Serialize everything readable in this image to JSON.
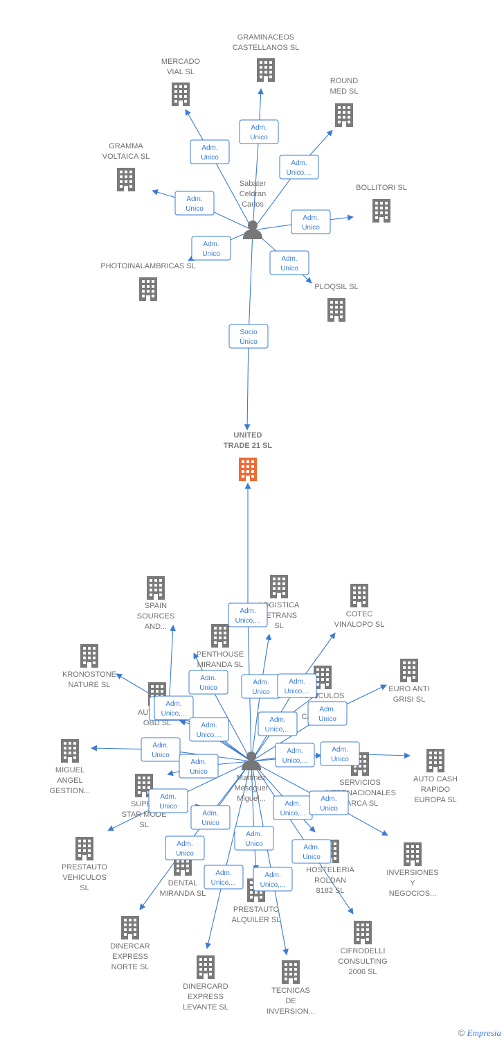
{
  "colors": {
    "edge": "#3a7bd5",
    "building": "#7a7a7a",
    "main": "#f06a35",
    "person": "#777777"
  },
  "main_company": {
    "id": "united",
    "name": [
      "UNITED",
      "TRADE 21 SL"
    ]
  },
  "persons": [
    {
      "id": "sabater",
      "name": [
        "Sabater",
        "Celdran",
        "Carlos"
      ]
    },
    {
      "id": "martinez",
      "name": [
        "Martinez",
        "Meseguer",
        "Miguel..."
      ]
    }
  ],
  "companies": [
    {
      "id": "graminaceos",
      "name": [
        "GRAMINACEOS",
        "CASTELLANOS SL"
      ]
    },
    {
      "id": "mercado",
      "name": [
        "MERCADO",
        "VIAL SL"
      ]
    },
    {
      "id": "round",
      "name": [
        "ROUND",
        "MED SL"
      ]
    },
    {
      "id": "gramma",
      "name": [
        "GRAMMA",
        "VOLTAICA SL"
      ]
    },
    {
      "id": "bollitori",
      "name": [
        "BOLLITORI SL"
      ]
    },
    {
      "id": "photo",
      "name": [
        "PHOTOINALAMBRICAS SL"
      ]
    },
    {
      "id": "ploqsil",
      "name": [
        "PLOQSIL SL"
      ]
    },
    {
      "id": "spain",
      "name": [
        "SPAIN",
        "SOURCES",
        "AND..."
      ]
    },
    {
      "id": "logistica",
      "name": [
        "LOGISTICA",
        "VETRANS",
        "SL"
      ]
    },
    {
      "id": "cotec",
      "name": [
        "COTEC",
        "VINALOPO SL"
      ]
    },
    {
      "id": "penthouse",
      "name": [
        "PENTHOUSE",
        "MIRANDA SL"
      ]
    },
    {
      "id": "kronostone",
      "name": [
        "KRONOSTONE",
        "NATURE SL"
      ]
    },
    {
      "id": "articulos",
      "name": [
        "ARTICULOS",
        "PARA",
        "CALZADO..."
      ]
    },
    {
      "id": "euroanti",
      "name": [
        "EURO ANTI",
        "GRISI SL"
      ]
    },
    {
      "id": "automa",
      "name": [
        "AUTOMA...",
        "OBD SL"
      ]
    },
    {
      "id": "miguel",
      "name": [
        "MIGUEL",
        "ANGEL",
        "GESTION..."
      ]
    },
    {
      "id": "autocash",
      "name": [
        "AUTO CASH",
        "RAPIDO",
        "EUROPA SL"
      ]
    },
    {
      "id": "servicios",
      "name": [
        "SERVICIOS",
        "INTERNACIONALES",
        "FARCA SL"
      ]
    },
    {
      "id": "superstar",
      "name": [
        "SUPER",
        "STAR MODE",
        "SL"
      ]
    },
    {
      "id": "prestautov",
      "name": [
        "PRESTAUTO",
        "VEHICULOS",
        "SL"
      ]
    },
    {
      "id": "dental",
      "name": [
        "DENTAL",
        "MIRANDA SL"
      ]
    },
    {
      "id": "hosteleria",
      "name": [
        "HOSTELERIA",
        "ROLDAN",
        "8182 SL"
      ]
    },
    {
      "id": "inversiones",
      "name": [
        "INVERSIONES",
        "Y",
        "NEGOCIOS..."
      ]
    },
    {
      "id": "prestautoa",
      "name": [
        "PRESTAUTO",
        "ALQUILER SL"
      ]
    },
    {
      "id": "dinercar",
      "name": [
        "DINERCAR",
        "EXPRESS",
        "NORTE SL"
      ]
    },
    {
      "id": "cifrodelli",
      "name": [
        "CIFRODELLI",
        "CONSULTING",
        "2006 SL"
      ]
    },
    {
      "id": "dinercard",
      "name": [
        "DINERCARD",
        "EXPRESS",
        "LEVANTE SL"
      ]
    },
    {
      "id": "tecnicas",
      "name": [
        "TECNICAS",
        "DE",
        "INVERSION..."
      ]
    }
  ],
  "relations": [
    {
      "from": "sabater",
      "to": "graminaceos",
      "label": [
        "Adm.",
        "Unico"
      ]
    },
    {
      "from": "sabater",
      "to": "mercado",
      "label": [
        "Adm.",
        "Unico"
      ]
    },
    {
      "from": "sabater",
      "to": "round",
      "label": [
        "Adm.",
        "Unico,..."
      ]
    },
    {
      "from": "sabater",
      "to": "gramma",
      "label": [
        "Adm.",
        "Unico"
      ]
    },
    {
      "from": "sabater",
      "to": "bollitori",
      "label": [
        "Adm.",
        "Unico"
      ]
    },
    {
      "from": "sabater",
      "to": "photo",
      "label": [
        "Adm.",
        "Unico"
      ]
    },
    {
      "from": "sabater",
      "to": "ploqsil",
      "label": [
        "Adm.",
        "Unico"
      ]
    },
    {
      "from": "sabater",
      "to": "united",
      "label": [
        "Socio",
        "Único"
      ]
    },
    {
      "from": "martinez",
      "to": "united",
      "label": [
        "Adm.",
        "Unico,..."
      ]
    },
    {
      "from": "martinez",
      "to": "spain",
      "label": [
        "Adm.",
        "Unico"
      ]
    },
    {
      "from": "martinez",
      "to": "logistica",
      "label": [
        "Adm.",
        "Unico"
      ]
    },
    {
      "from": "martinez",
      "to": "cotec",
      "label": [
        "Adm.",
        "Unico,..."
      ]
    },
    {
      "from": "martinez",
      "to": "penthouse",
      "label": [
        "Adm.",
        "Unico"
      ]
    },
    {
      "from": "martinez",
      "to": "kronostone",
      "label": [
        "Adm.",
        "Unico,..."
      ]
    },
    {
      "from": "martinez",
      "to": "articulos",
      "label": [
        "Adm.",
        "Unico,..."
      ]
    },
    {
      "from": "martinez",
      "to": "euroanti",
      "label": [
        "Adm.",
        "Unico"
      ]
    },
    {
      "from": "martinez",
      "to": "automa",
      "label": [
        "Adm.",
        "Unico,..."
      ]
    },
    {
      "from": "martinez",
      "to": "miguel",
      "label": [
        "Adm.",
        "Unico"
      ]
    },
    {
      "from": "martinez",
      "to": "autocash",
      "label": [
        "Adm.",
        "Unico"
      ]
    },
    {
      "from": "martinez",
      "to": "servicios",
      "label": [
        "Adm.",
        "Unico,..."
      ]
    },
    {
      "from": "martinez",
      "to": "superstar",
      "label": [
        "Adm.",
        "Unico"
      ]
    },
    {
      "from": "martinez",
      "to": "prestautov",
      "label": [
        "Adm.",
        "Unico"
      ]
    },
    {
      "from": "martinez",
      "to": "dental",
      "label": [
        "Adm.",
        "Unico"
      ]
    },
    {
      "from": "martinez",
      "to": "hosteleria",
      "label": [
        "Adm.",
        "Unico,..."
      ]
    },
    {
      "from": "martinez",
      "to": "inversiones",
      "label": [
        "Adm.",
        "Unico"
      ]
    },
    {
      "from": "martinez",
      "to": "prestautoa",
      "label": [
        "Adm.",
        "Unico"
      ]
    },
    {
      "from": "martinez",
      "to": "dinercar",
      "label": [
        "Adm.",
        "Unico"
      ]
    },
    {
      "from": "martinez",
      "to": "cifrodelli",
      "label": [
        "Adm.",
        "Unico"
      ]
    },
    {
      "from": "martinez",
      "to": "dinercard",
      "label": [
        "Adm.",
        "Unico,..."
      ]
    },
    {
      "from": "martinez",
      "to": "tecnicas",
      "label": [
        "Adm.",
        "Unico,..."
      ]
    }
  ],
  "footer": {
    "copyright": "©",
    "brand": "Empresia"
  }
}
